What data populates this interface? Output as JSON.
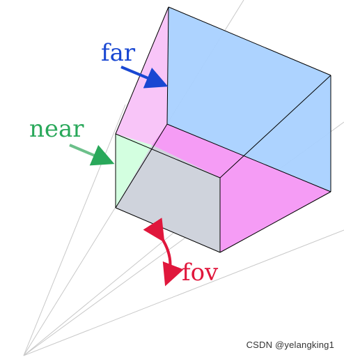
{
  "labels": {
    "far": "far",
    "near": "near",
    "fov": "fov"
  },
  "watermark": "CSDN @yelangking1",
  "colors": {
    "far_plane": "#a9d1ff",
    "near_plane": "#d3ffe0",
    "top_face": "#f8c5f8",
    "bottom_face": "#f59cf5",
    "inner_face": "#cfd3dc",
    "far_label": "#1947d2",
    "near_label": "#29a85a",
    "fov_label": "#e0173c",
    "guide_lines": "#c8c8c8",
    "edges": "#000000"
  }
}
